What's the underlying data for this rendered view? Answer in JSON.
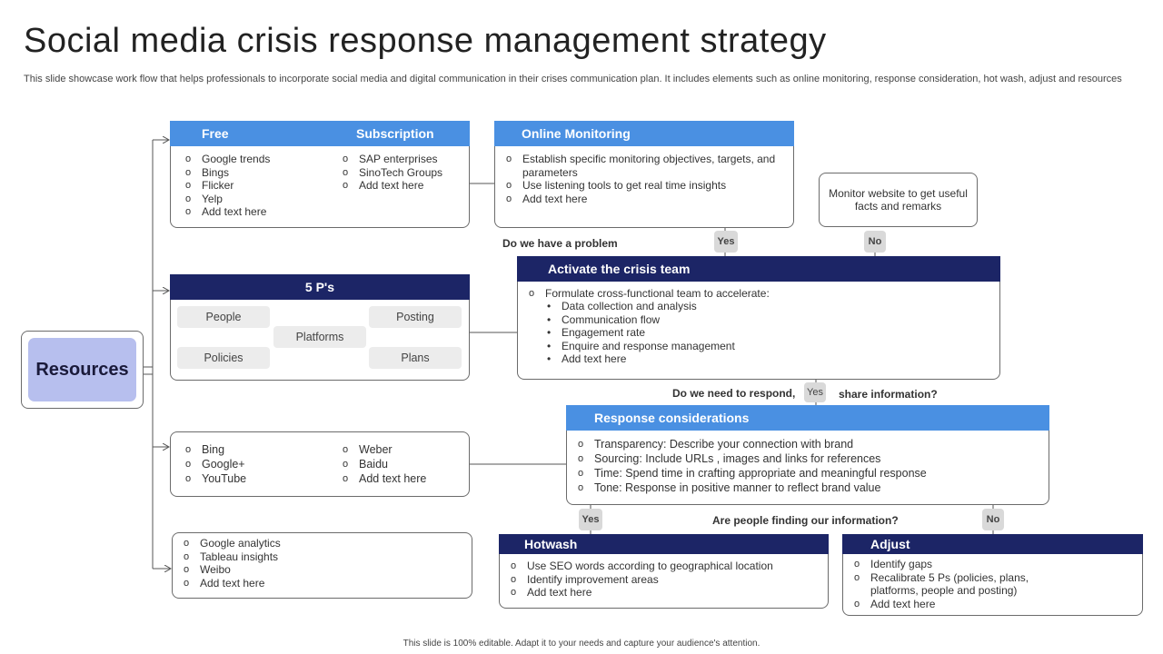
{
  "title": "Social media crisis response management strategy",
  "subtitle": "This slide showcase work flow that helps professionals to incorporate social media and digital communication in their crises communication plan. It includes elements such as online monitoring, response consideration, hot wash, adjust and resources",
  "resources": {
    "label": "Resources"
  },
  "free_sub": {
    "free_header": "Free",
    "sub_header": "Subscription",
    "free_items": [
      "Google trends",
      "Bings",
      "Flicker",
      "Yelp",
      "Add text here"
    ],
    "sub_items": [
      "SAP enterprises",
      "SinoTech Groups",
      "Add text here"
    ]
  },
  "fiveps": {
    "header": "5 P's",
    "people": "People",
    "posting": "Posting",
    "platforms": "Platforms",
    "policies": "Policies",
    "plans": "Plans"
  },
  "engines": {
    "left": [
      "Bing",
      "Google+",
      "YouTube"
    ],
    "right": [
      "Weber",
      "Baidu",
      "Add text here"
    ]
  },
  "analytics": {
    "items": [
      "Google analytics",
      "Tableau insights",
      "Weibo",
      "Add text here"
    ]
  },
  "monitoring": {
    "header": "Online Monitoring",
    "items": [
      "Establish specific monitoring objectives, targets, and parameters",
      "Use listening tools to get real time insights",
      "Add text here"
    ]
  },
  "monitor_note": "Monitor website to get useful facts and remarks",
  "question1": "Do we have a problem",
  "yes1": "Yes",
  "no1": "No",
  "crisis": {
    "header": "Activate the crisis team",
    "lead": "Formulate cross-functional team to accelerate:",
    "items": [
      "Data collection and analysis",
      "Communication flow",
      "Engagement rate",
      "Enquire and response management",
      "Add text here"
    ]
  },
  "question2a": "Do we need to  respond,",
  "yes2": "Yes",
  "question2b": "share information?",
  "response": {
    "header": "Response considerations",
    "items": [
      "Transparency:  Describe  your connection with brand",
      "Sourcing:  Include  URLs , images and links for references",
      "Time:  Spend  time  in  crafting  appropriate  and  meaningful  response",
      "Tone:  Response  in  positive  manner  to  reflect  brand  value"
    ]
  },
  "question3": "Are people finding  our information?",
  "yes3": "Yes",
  "no3": "No",
  "hotwash": {
    "header": "Hotwash",
    "items": [
      "Use SEO words according to geographical location",
      "Identify improvement areas",
      "Add text here"
    ]
  },
  "adjust": {
    "header": "Adjust",
    "items": [
      "Identify gaps",
      "Recalibrate 5 Ps (policies, plans, platforms, people and posting)",
      "Add text here"
    ]
  },
  "footer": "This slide is 100% editable.  Adapt it to your needs and capture your audience's attention.",
  "colors": {
    "light_blue": "#4a90e2",
    "navy": "#1c2566",
    "resources_fill": "#b7bfee"
  }
}
